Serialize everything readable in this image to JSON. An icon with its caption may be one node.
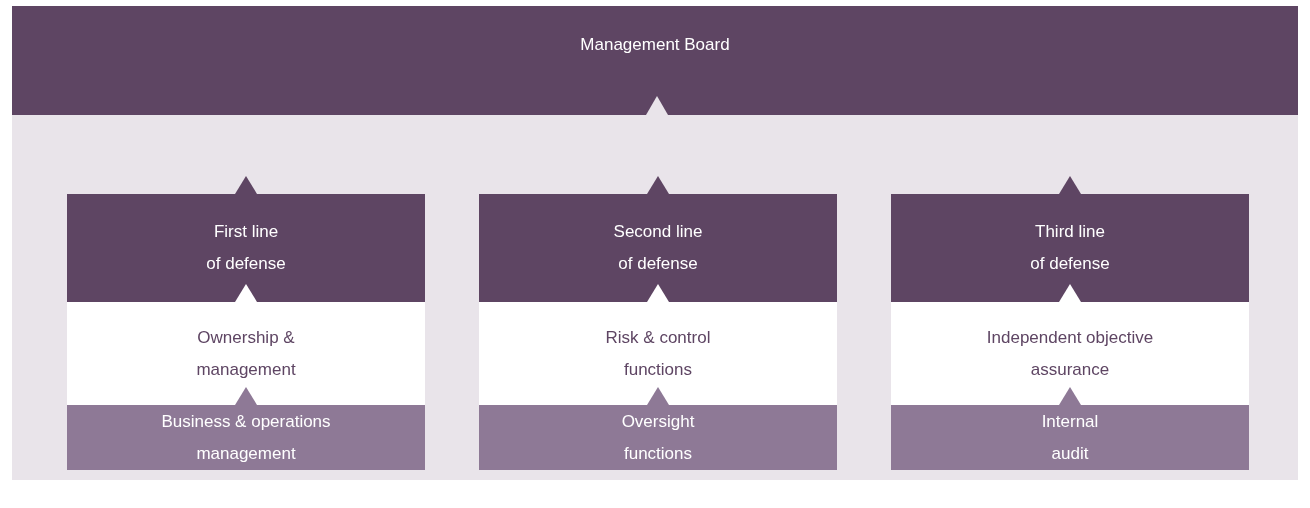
{
  "diagram": {
    "nodes": [
      {
        "text": [
          "Management Board"
        ]
      },
      {
        "text": [
          "First line of defense"
        ]
      },
      {
        "text": [
          "Ownership & management"
        ]
      },
      {
        "text": [
          "Business & operations management"
        ]
      },
      {
        "text": [
          "Second line of defense"
        ]
      },
      {
        "text": [
          "Risk & control functions"
        ]
      },
      {
        "text": [
          "Oversight functions"
        ]
      },
      {
        "text": [
          "Third line of defense"
        ]
      },
      {
        "text": [
          "Independent objective assurance"
        ]
      },
      {
        "text": [
          "Internal audit"
        ]
      }
    ],
    "edges": [
      {
        "from": 3,
        "to": 2,
        "arrow": "to"
      },
      {
        "from": 2,
        "to": 1,
        "arrow": "to"
      },
      {
        "from": 1,
        "to": null,
        "arrow": "to"
      },
      {
        "from": 6,
        "to": 5,
        "arrow": "to"
      },
      {
        "from": 5,
        "to": 4,
        "arrow": "to"
      },
      {
        "from": 4,
        "to": null,
        "arrow": "to"
      },
      {
        "from": 9,
        "to": 8,
        "arrow": "to"
      },
      {
        "from": 8,
        "to": 7,
        "arrow": "to"
      },
      {
        "from": 7,
        "to": null,
        "arrow": "to"
      },
      {
        "from": null,
        "to": 0,
        "arrow": "to"
      }
    ]
  }
}
